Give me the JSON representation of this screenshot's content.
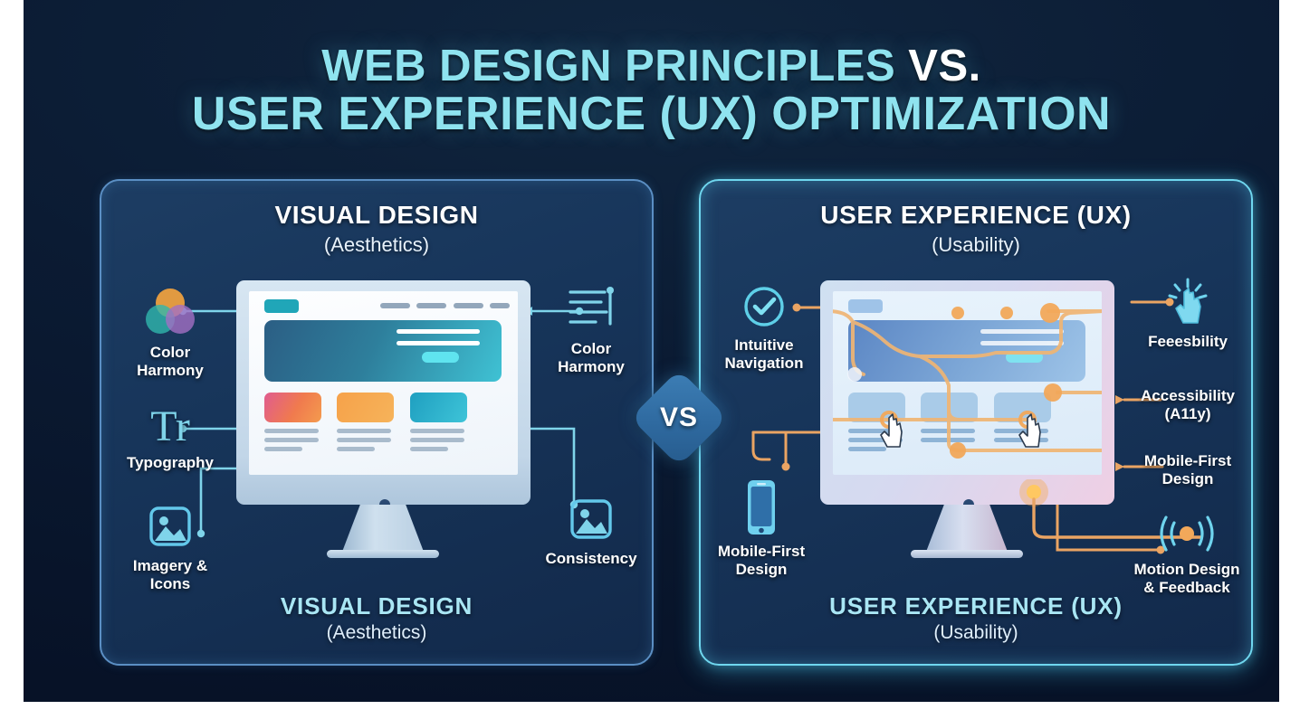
{
  "title": {
    "line1_main": "WEB DESIGN PRINCIPLES",
    "line1_vs": "VS.",
    "line2": "USER EXPERIENCE (UX) OPTIMIZATION"
  },
  "center_badge": {
    "label": "VS"
  },
  "left_panel": {
    "header_title": "VISUAL DESIGN",
    "header_subtitle": "(Aesthetics)",
    "footer_title": "VISUAL DESIGN",
    "footer_subtitle": "(Aesthetics)",
    "accent_color": "#7fd4ea",
    "border_color": "#5b8fc4",
    "left_nodes": [
      {
        "icon": "color-wheel-icon",
        "label": "Color\nHarmony"
      },
      {
        "icon": "typography-tr-icon",
        "label": "Typography"
      },
      {
        "icon": "image-icon",
        "label": "Imagery &\nIcons"
      }
    ],
    "right_nodes": [
      {
        "icon": "text-lines-icon",
        "label": "Color\nHarmony"
      },
      {
        "icon": "image-icon",
        "label": "Consistency"
      }
    ]
  },
  "right_panel": {
    "header_title": "USER EXPERIENCE (UX)",
    "header_subtitle": "(Usability)",
    "footer_title": "USER EXPERIENCE (UX)",
    "footer_subtitle": "(Usability)",
    "accent_color": "#f0a858",
    "border_color": "#6fd7ef",
    "left_nodes": [
      {
        "icon": "check-circle-icon",
        "label": "Intuitive\nNavigation"
      },
      {
        "icon": "smartphone-icon",
        "label": "Mobile-First\nDesign"
      }
    ],
    "right_nodes": [
      {
        "icon": "tap-hand-icon",
        "label": "Feeesbility"
      },
      {
        "icon": "none",
        "label": "Accessibility\n(A11y)"
      },
      {
        "icon": "none",
        "label": "Mobile-First\nDesign"
      },
      {
        "icon": "motion-signal-icon",
        "label": "Motion Design\n& Feedback"
      }
    ]
  },
  "colors": {
    "background": "#0b1b33",
    "title_cyan": "#8fe3ef",
    "title_white": "#ffffff",
    "ux_orange": "#f0a858",
    "vd_cyan": "#62d0ea"
  }
}
